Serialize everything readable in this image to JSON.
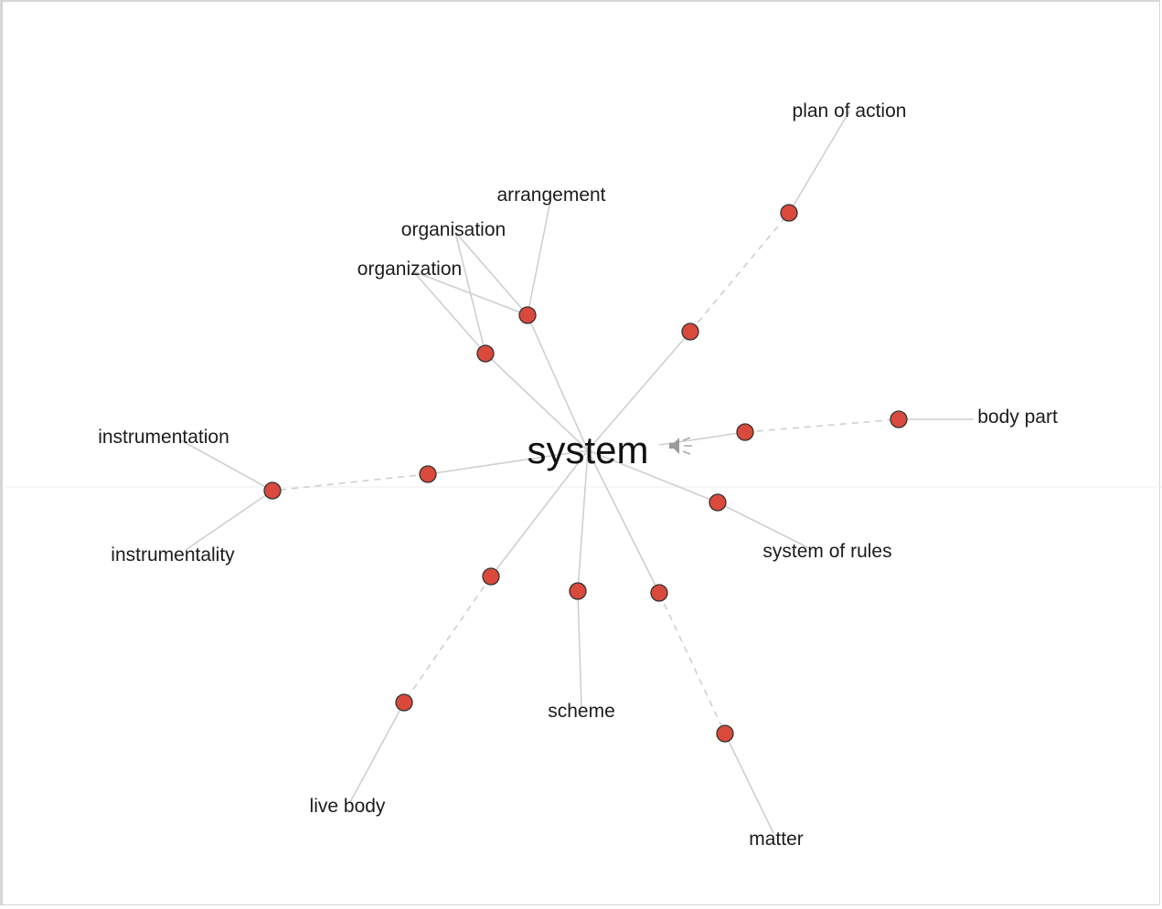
{
  "center": {
    "word": "system"
  },
  "icons": {
    "audio": "speaker-icon"
  },
  "colors": {
    "node_fill": "#d9493c",
    "node_stroke": "#333333",
    "edge": "#cfcfcf",
    "background": "#ffffff"
  },
  "terms": {
    "plan_of_action": "plan of action",
    "arrangement": "arrangement",
    "organisation": "organisation",
    "organization": "organization",
    "body_part": "body part",
    "instrumentation": "instrumentation",
    "instrumentality": "instrumentality",
    "system_of_rules": "system of rules",
    "scheme": "scheme",
    "live_body": "live body",
    "matter": "matter"
  }
}
